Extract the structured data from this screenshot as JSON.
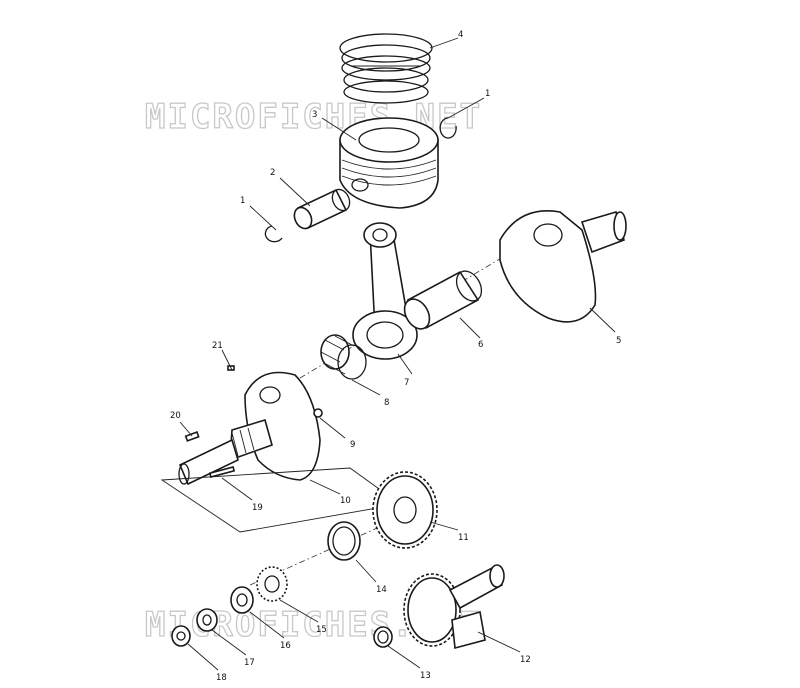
{
  "watermark": {
    "top": "MICROFICHES.NET",
    "bottom": "MICROFICHES.NET"
  },
  "callouts": {
    "c1a": "1",
    "c1b": "1",
    "c2": "2",
    "c3": "3",
    "c4": "4",
    "c5": "5",
    "c6": "6",
    "c7": "7",
    "c8": "8",
    "c9": "9",
    "c10": "10",
    "c11": "11",
    "c12": "12",
    "c13": "13",
    "c14": "14",
    "c15": "15",
    "c16": "16",
    "c17": "17",
    "c18": "18",
    "c19": "19",
    "c20": "20",
    "c21": "21"
  }
}
